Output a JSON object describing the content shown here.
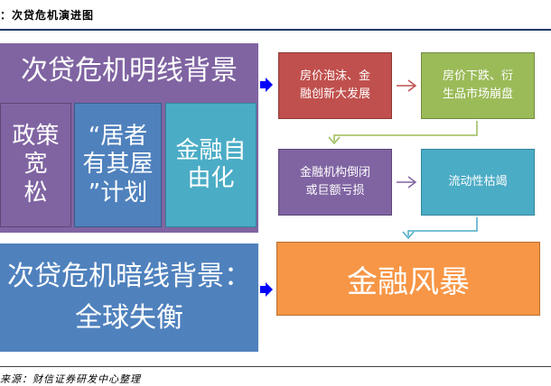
{
  "header": {
    "title": "：次贷危机演进图"
  },
  "explicit_background": {
    "title": "次贷危机明线背景",
    "items": [
      {
        "label": "政策宽\n松"
      },
      {
        "label": "“居者\n有其屋\n”计划"
      },
      {
        "label": "金融自\n由化"
      }
    ]
  },
  "implicit_background": {
    "title": "次贷危机暗线背景：\n全球失衡"
  },
  "flow": {
    "step1": "房价泡沫、金\n融创新大发展",
    "step2": "房价下跌、衍\n生品市场崩盘",
    "step3": "金融机构倒闭\n或巨额亏损",
    "step4": "流动性枯竭",
    "result": "金融风暴"
  },
  "footer": {
    "source": "来源：财信证券研发中心整理"
  },
  "colors": {
    "purple": "#8064a2",
    "blue": "#4f81bd",
    "teal": "#4bacc6",
    "red": "#c0504d",
    "green": "#9bbb59",
    "orange": "#f79646",
    "arrow_blue": "#0000ff"
  }
}
